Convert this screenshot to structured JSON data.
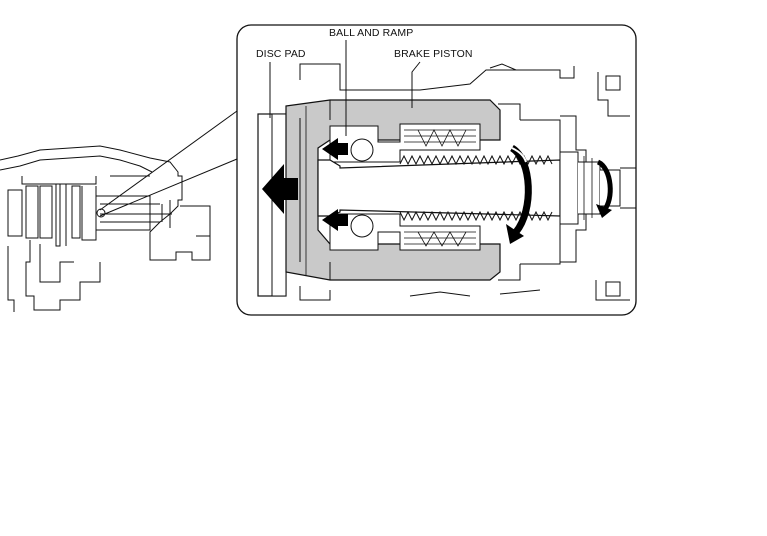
{
  "labels": {
    "disc_pad": "DISC PAD",
    "ball_and_ramp": "BALL AND RAMP",
    "brake_piston": "BRAKE PISTON"
  },
  "colors": {
    "line": "#111111",
    "shade": "#c9c9c9",
    "arrow": "#000000",
    "background": "#ffffff"
  }
}
